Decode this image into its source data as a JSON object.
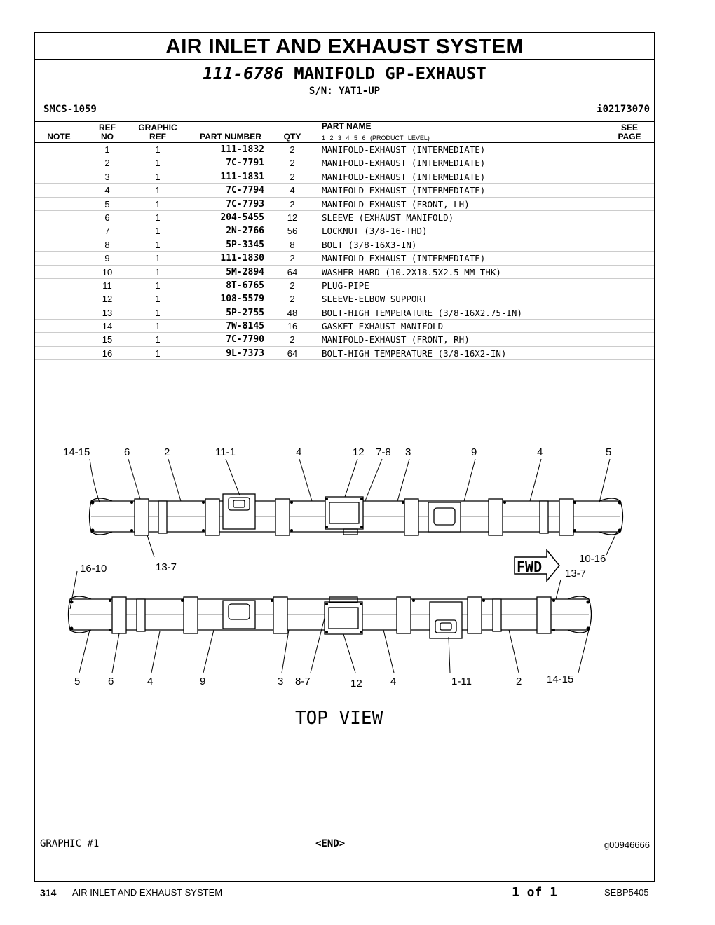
{
  "header": {
    "title": "AIR INLET AND EXHAUST SYSTEM",
    "group_number": "111-6786",
    "group_name": "MANIFOLD GP-EXHAUST",
    "serial": "S/N: YAT1-UP",
    "smcs": "SMCS-1059",
    "illustration_id": "i02173070"
  },
  "columns": {
    "note": "NOTE",
    "ref_no_1": "REF",
    "ref_no_2": "NO",
    "graphic_ref_1": "GRAPHIC",
    "graphic_ref_2": "REF",
    "part_number": "PART NUMBER",
    "qty": "QTY",
    "part_name": "PART NAME",
    "product_level": "1 2 3 4 5 6 (PRODUCT LEVEL)",
    "see_page_1": "SEE",
    "see_page_2": "PAGE"
  },
  "parts": [
    {
      "ref": "1",
      "graphic": "1",
      "pn": "111-1832",
      "qty": "2",
      "name": "MANIFOLD-EXHAUST (INTERMEDIATE)"
    },
    {
      "ref": "2",
      "graphic": "1",
      "pn": "7C-7791",
      "qty": "2",
      "name": "MANIFOLD-EXHAUST (INTERMEDIATE)"
    },
    {
      "ref": "3",
      "graphic": "1",
      "pn": "111-1831",
      "qty": "2",
      "name": "MANIFOLD-EXHAUST (INTERMEDIATE)"
    },
    {
      "ref": "4",
      "graphic": "1",
      "pn": "7C-7794",
      "qty": "4",
      "name": "MANIFOLD-EXHAUST (INTERMEDIATE)"
    },
    {
      "ref": "5",
      "graphic": "1",
      "pn": "7C-7793",
      "qty": "2",
      "name": "MANIFOLD-EXHAUST (FRONT, LH)"
    },
    {
      "ref": "6",
      "graphic": "1",
      "pn": "204-5455",
      "qty": "12",
      "name": "SLEEVE (EXHAUST MANIFOLD)"
    },
    {
      "ref": "7",
      "graphic": "1",
      "pn": "2N-2766",
      "qty": "56",
      "name": "LOCKNUT (3/8-16-THD)"
    },
    {
      "ref": "8",
      "graphic": "1",
      "pn": "5P-3345",
      "qty": "8",
      "name": "BOLT (3/8-16X3-IN)"
    },
    {
      "ref": "9",
      "graphic": "1",
      "pn": "111-1830",
      "qty": "2",
      "name": "MANIFOLD-EXHAUST (INTERMEDIATE)"
    },
    {
      "ref": "10",
      "graphic": "1",
      "pn": "5M-2894",
      "qty": "64",
      "name": "WASHER-HARD (10.2X18.5X2.5-MM THK)"
    },
    {
      "ref": "11",
      "graphic": "1",
      "pn": "8T-6765",
      "qty": "2",
      "name": "PLUG-PIPE"
    },
    {
      "ref": "12",
      "graphic": "1",
      "pn": "108-5579",
      "qty": "2",
      "name": "SLEEVE-ELBOW SUPPORT"
    },
    {
      "ref": "13",
      "graphic": "1",
      "pn": "5P-2755",
      "qty": "48",
      "name": "BOLT-HIGH TEMPERATURE (3/8-16X2.75-IN)"
    },
    {
      "ref": "14",
      "graphic": "1",
      "pn": "7W-8145",
      "qty": "16",
      "name": "GASKET-EXHAUST MANIFOLD"
    },
    {
      "ref": "15",
      "graphic": "1",
      "pn": "7C-7790",
      "qty": "2",
      "name": "MANIFOLD-EXHAUST (FRONT, RH)"
    },
    {
      "ref": "16",
      "graphic": "1",
      "pn": "9L-7373",
      "qty": "64",
      "name": "BOLT-HIGH TEMPERATURE (3/8-16X2-IN)"
    }
  ],
  "drawing": {
    "view_label": "TOP VIEW",
    "fwd_label": "FWD",
    "top_callouts": [
      "14-15",
      "6",
      "2",
      "11-1",
      "4",
      "12",
      "7-8",
      "3",
      "9",
      "4",
      "5",
      "13-7",
      "10-16"
    ],
    "bottom_callouts": [
      "16-10",
      "13-7",
      "5",
      "6",
      "4",
      "9",
      "3",
      "8-7",
      "12",
      "4",
      "1-11",
      "2",
      "14-15"
    ]
  },
  "graphic_footer": {
    "graphic": "GRAPHIC #1",
    "end": "<END>",
    "graphic_id": "g00946666"
  },
  "footer": {
    "page_number": "314",
    "section": "AIR INLET AND EXHAUST SYSTEM",
    "page_of": "1 of 1",
    "doc_number": "SEBP5405"
  }
}
